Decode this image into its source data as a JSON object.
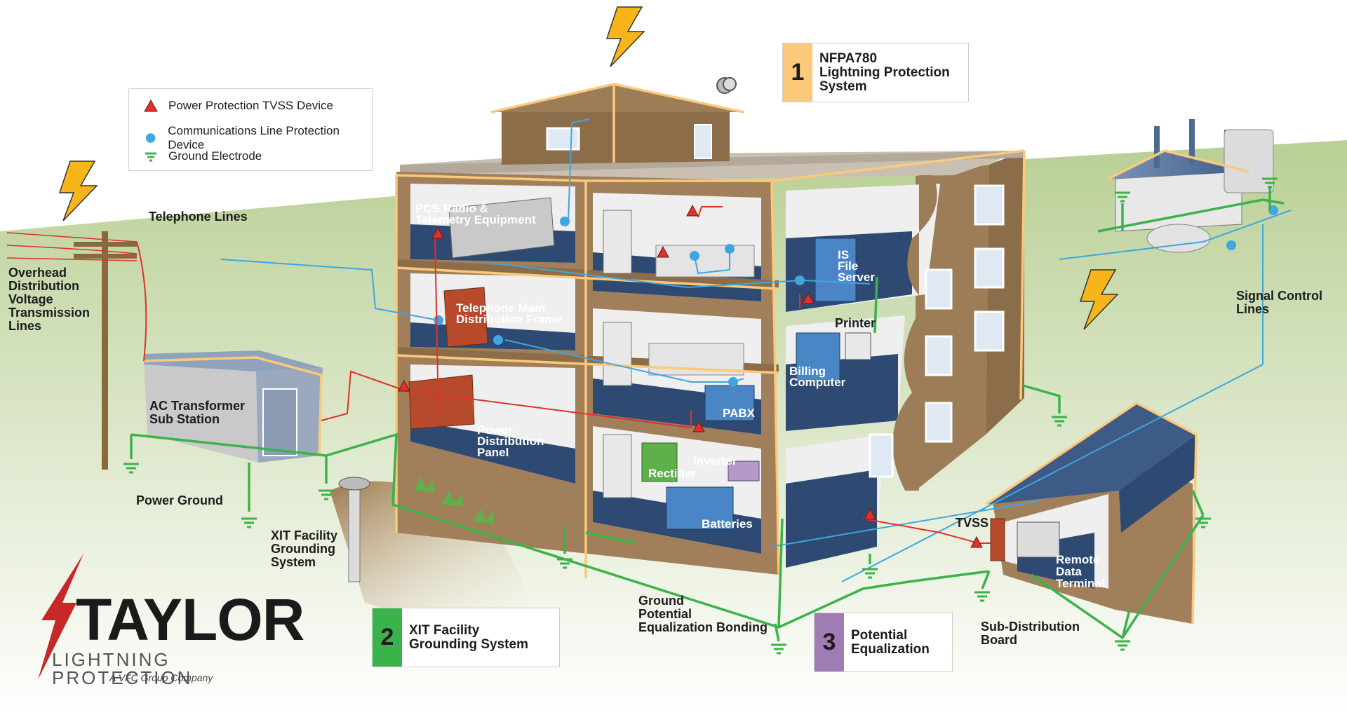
{
  "legend": {
    "items": [
      {
        "symbol": "red-triangle",
        "text": "Power Protection TVSS Device"
      },
      {
        "symbol": "blue-dot",
        "text": "Communications Line Protection Device"
      },
      {
        "symbol": "green-ground",
        "text": "Ground Electrode"
      }
    ]
  },
  "callouts": [
    {
      "number": "1",
      "text": "NFPA780\nLightning Protection\nSystem",
      "color": "#fbc97a"
    },
    {
      "number": "2",
      "text": "XIT Facility\nGrounding System",
      "color": "#3cb34a"
    },
    {
      "number": "3",
      "text": "Potential\nEqualization",
      "color": "#a07cb5"
    }
  ],
  "labels": {
    "telephone_lines": "Telephone Lines",
    "overhead_lines": "Overhead\nDistribution\nVoltage\nTransmission\nLines",
    "transformer": "AC Transformer\nSub Station",
    "power_ground": "Power Ground",
    "xit_grounding": "XIT Facility\nGrounding\nSystem",
    "ground_potential": "Ground\nPotential\nEqualization Bonding",
    "signal_control": "Signal Control\nLines",
    "tvss": "TVSS",
    "sub_distribution": "Sub-Distribution\nBoard",
    "pcs_radio": "PCS Radio &\nTelemetry Equipment",
    "telephone_frame": "Telephone Main\nDistribution Frame",
    "power_panel": "Power\nDistribution\nPanel",
    "is_server": "IS\nFile\nServer",
    "printer": "Printer",
    "billing": "Billing\nComputer",
    "pabx": "PABX",
    "inverter": "Inverter",
    "rectifier": "Rectifier",
    "batteries": "Batteries",
    "remote_terminal": "Remote\nData\nTerminal"
  },
  "logo": {
    "name": "TAYLOR",
    "subtitle": "LIGHTNING PROTECTION",
    "tagline": "A VFC Group Company"
  },
  "colors": {
    "lightning_protection": "#fbc97a",
    "grounding": "#3cb34a",
    "power_line": "#e0302a",
    "comm_line": "#3ea6e0",
    "building_wall": "#9a7a55",
    "floor": "#3d5a80",
    "sky": "#ffffff",
    "ground": "#c7d8a8"
  }
}
